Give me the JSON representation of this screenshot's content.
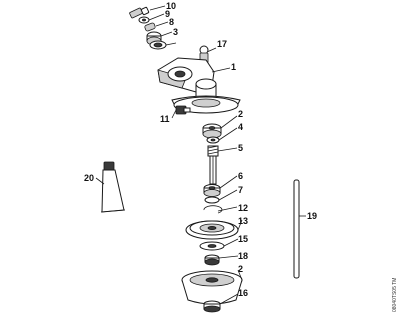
{
  "callouts": {
    "c10": "10",
    "c9": "9",
    "c8": "8",
    "c3": "3",
    "c17": "17",
    "c1": "1",
    "c11": "11",
    "c2a": "2",
    "c4": "4",
    "c5": "5",
    "c20": "20",
    "c6": "6",
    "c7": "7",
    "c12": "12",
    "c13": "13",
    "c19": "19",
    "c15": "15",
    "c18": "18",
    "c2b": "2",
    "c16": "16"
  },
  "doc_code": "08040TS05 TM"
}
